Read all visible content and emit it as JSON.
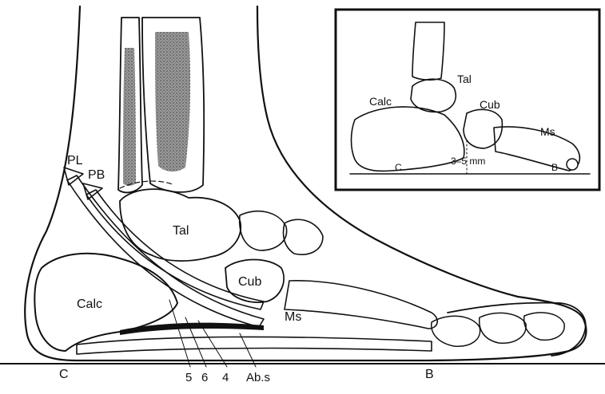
{
  "main_figure": {
    "labels": {
      "pl": "PL",
      "pb": "PB",
      "tal": "Tal",
      "cub": "Cub",
      "calc": "Calc",
      "ms": "Ms",
      "c": "C",
      "b": "B",
      "num5": "5",
      "num6": "6",
      "num4": "4",
      "abs": "Ab.s"
    }
  },
  "inset_figure": {
    "labels": {
      "tal": "Tal",
      "calc": "Calc",
      "cub": "Cub",
      "ms": "Ms",
      "c": "C",
      "b": "B",
      "measure": "3–5 mm"
    }
  },
  "colors": {
    "ink": "#111111",
    "bone_fill": "#d4d4d4",
    "paper": "#ffffff"
  }
}
